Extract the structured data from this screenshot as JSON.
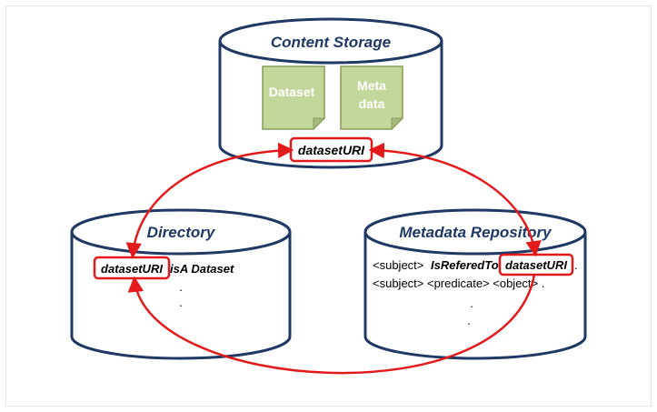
{
  "content_storage": {
    "title": "Content Storage",
    "docs": [
      {
        "lines": [
          "Dataset"
        ]
      },
      {
        "lines": [
          "Meta",
          "data"
        ]
      }
    ],
    "uri_label": "datasetURI"
  },
  "directory": {
    "title": "Directory",
    "uri_label": "datasetURI",
    "statement_rest": "isA Dataset",
    "ellipsis": [
      ".",
      "."
    ]
  },
  "metadata_repository": {
    "title": "Metadata Repository",
    "line1_prefix": "<subject>",
    "line1_predicate": "IsReferedTo",
    "uri_label": "datasetURI",
    "line1_end": ".",
    "line2": "<subject> <predicate> <object> .",
    "ellipsis": [
      ".",
      "."
    ]
  },
  "colors": {
    "cylinder_stroke": "#1f3864",
    "title_text": "#1f3864",
    "doc_fill": "#c4d79b",
    "doc_stroke": "#8a9a5b",
    "highlight_red": "#e31a1c"
  }
}
